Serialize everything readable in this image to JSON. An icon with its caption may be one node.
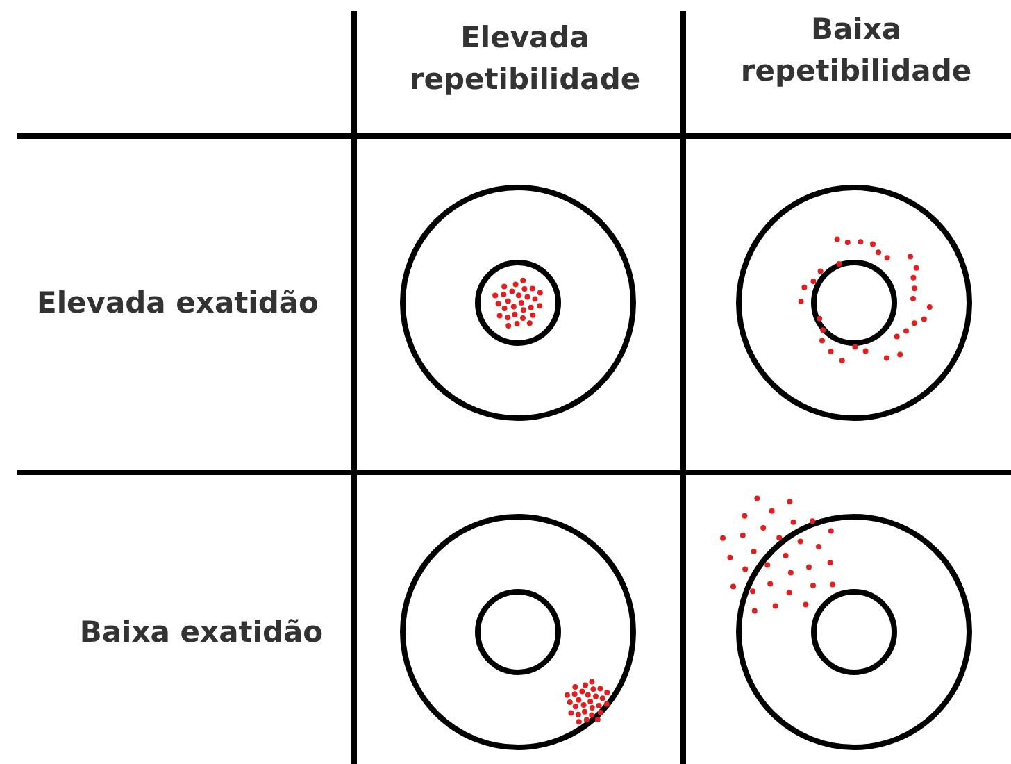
{
  "diagram": {
    "labels": [
      "Elevada repetibilidade",
      "Baixa repetibilidade",
      "Elevada exatidão",
      "Baixa exatidão"
    ]
  }
}
